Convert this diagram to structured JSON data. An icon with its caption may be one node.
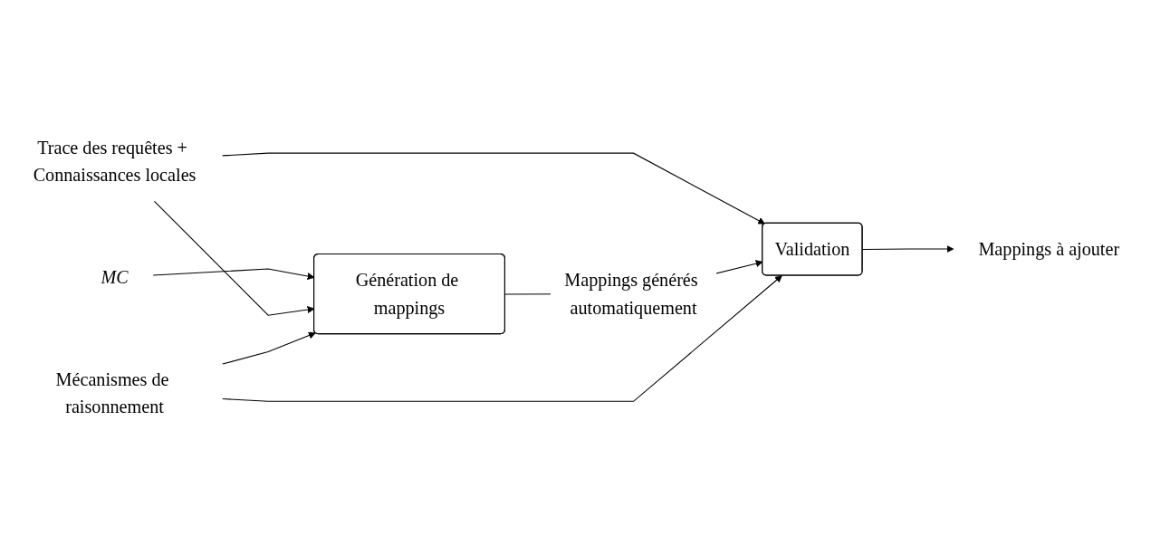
{
  "diagram": {
    "nodes": [
      {
        "text": [
          "Trace des requêtes + Connaissances locales"
        ]
      },
      {
        "text": [
          "MC"
        ]
      },
      {
        "text": [
          "Génération de mappings"
        ]
      },
      {
        "text": [
          "Validation"
        ]
      },
      {
        "text": [
          "Mappings à ajouter"
        ]
      },
      {
        "text": [
          "Mécanismes de raisonnement"
        ]
      }
    ],
    "edges": [
      {
        "from": 1,
        "to": 2,
        "arrow": "to"
      },
      {
        "from": 0,
        "to": 2,
        "arrow": "to"
      },
      {
        "from": 0,
        "to": 3,
        "arrow": "to"
      },
      {
        "from": 2,
        "to": 3,
        "arrow": "to",
        "label": "Mappings générés automatiquement"
      },
      {
        "from": 3,
        "to": 4,
        "arrow": "to"
      },
      {
        "from": 5,
        "to": 2,
        "arrow": "to"
      },
      {
        "from": 5,
        "to": 3,
        "arrow": "to"
      }
    ]
  }
}
